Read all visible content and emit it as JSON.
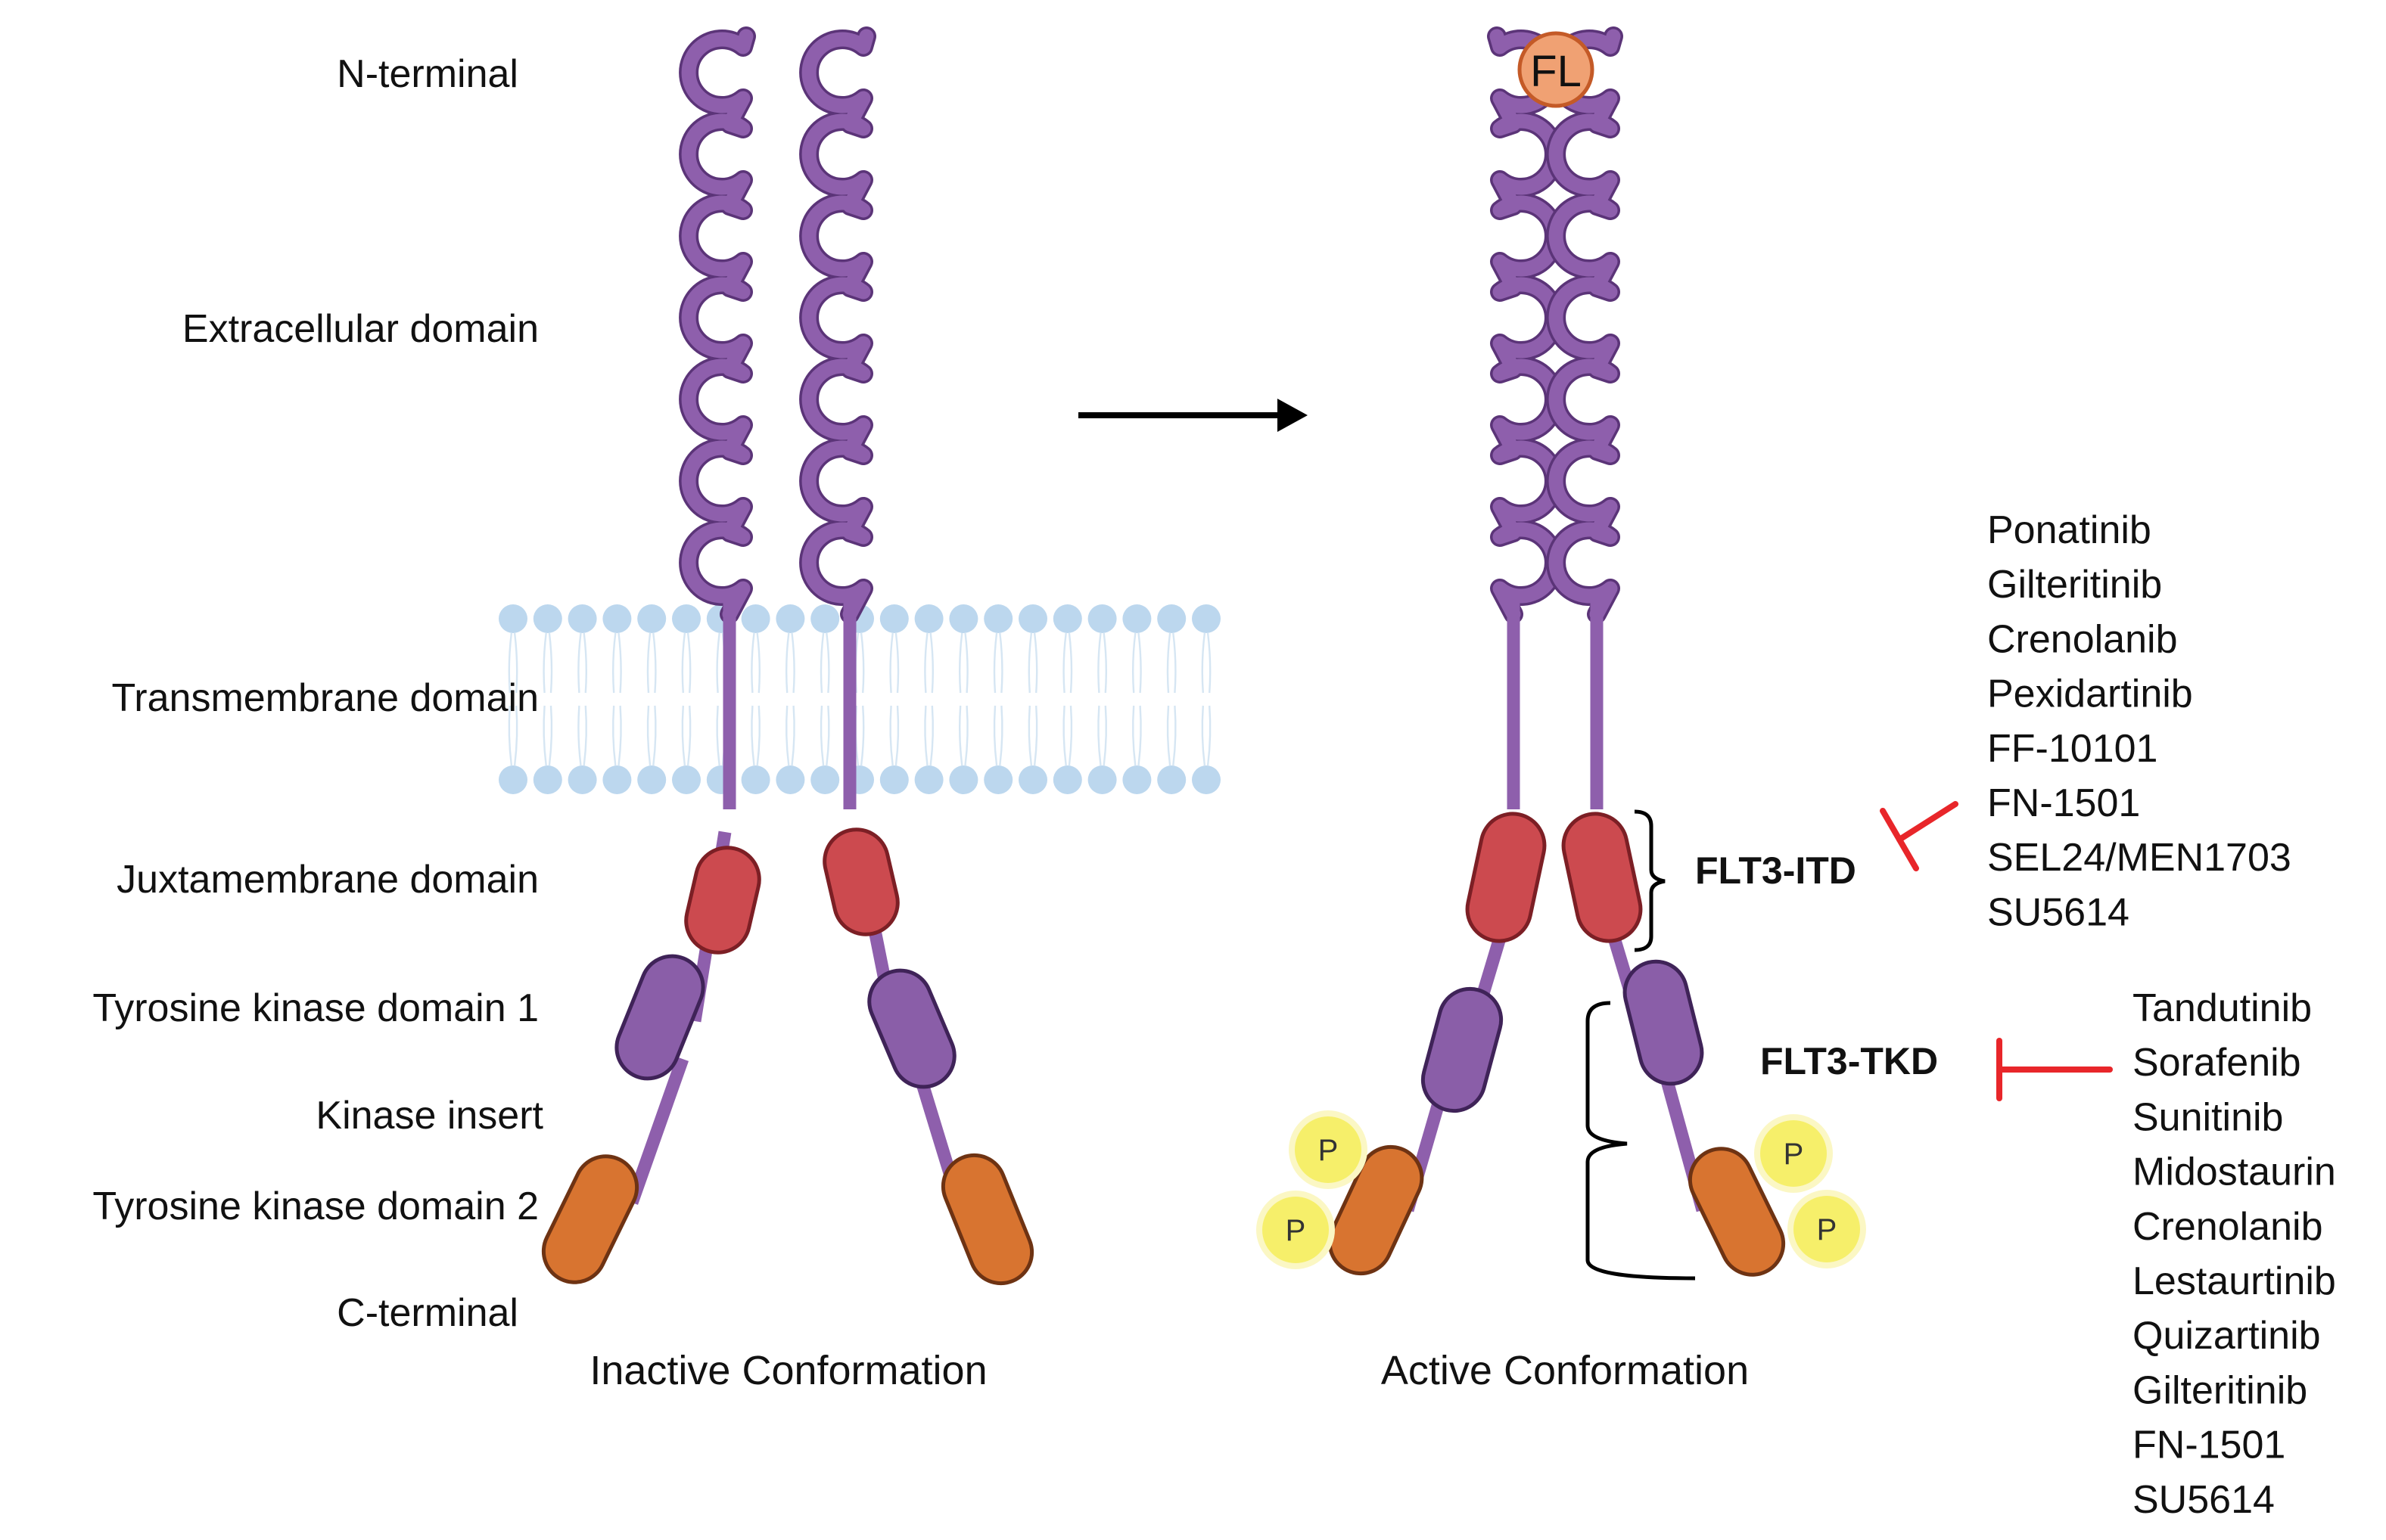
{
  "domain_labels": {
    "n_terminal": "N-terminal",
    "extracellular": "Extracellular domain",
    "transmembrane": "Transmembrane domain",
    "juxtamembrane": "Juxtamembrane domain",
    "tkd1": "Tyrosine kinase domain 1",
    "kinase_insert": "Kinase insert",
    "tkd2": "Tyrosine kinase domain 2",
    "c_terminal": "C-terminal"
  },
  "captions": {
    "inactive": "Inactive Conformation",
    "active": "Active Conformation"
  },
  "ligand": {
    "label": "FL"
  },
  "phospho": {
    "label": "P"
  },
  "mutations": {
    "itd": "FLT3-ITD",
    "tkd": "FLT3-TKD"
  },
  "itd_inhibitors": [
    "Ponatinib",
    "Gilteritinib",
    "Crenolanib",
    "Pexidartinib",
    "FF-10101",
    "FN-1501",
    "SEL24/MEN1703",
    "SU5614"
  ],
  "tkd_inhibitors": [
    "Tandutinib",
    "Sorafenib",
    "Sunitinib",
    "Midostaurin",
    "Crenolanib",
    "Lestaurtinib",
    "Quizartinib",
    "Gilteritinib",
    "FN-1501",
    "SU5614"
  ],
  "colors": {
    "extracellular": "#8e5fac",
    "extracellular_stroke": "#5b3478",
    "stalk": "#8e5fac",
    "juxtamembrane": "#cc4a4f",
    "juxtamembrane_stroke": "#7c1f25",
    "tkd1": "#8a5ea8",
    "tkd1_stroke": "#3f2358",
    "tkd2": "#d87430",
    "tkd2_stroke": "#6e3313",
    "membrane_head": "#bcd7ee",
    "membrane_tail": "#d6e6f3",
    "ligand": "#f0a173",
    "ligand_stroke": "#c45a27",
    "phospho": "#f6ef6a",
    "phospho_ring": "#fbf7c4",
    "inhibitor": "#e8262a",
    "text": "#111111"
  }
}
